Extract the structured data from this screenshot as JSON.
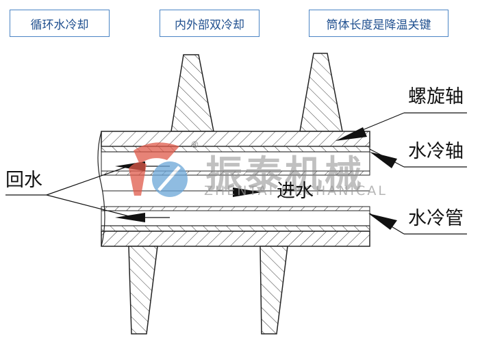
{
  "tags": [
    "循环水冷却",
    "内外部双冷却",
    "筒体长度是降温关键"
  ],
  "labels": {
    "return_water": "回水",
    "inlet_water": "进水",
    "screw_shaft": "螺旋轴",
    "water_cooled_shaft": "水冷轴",
    "water_cooled_tube": "水冷管"
  },
  "watermark": {
    "brand": "振泰机械",
    "english": "ZHENTAI MECHANICAL",
    "registered": "®"
  }
}
